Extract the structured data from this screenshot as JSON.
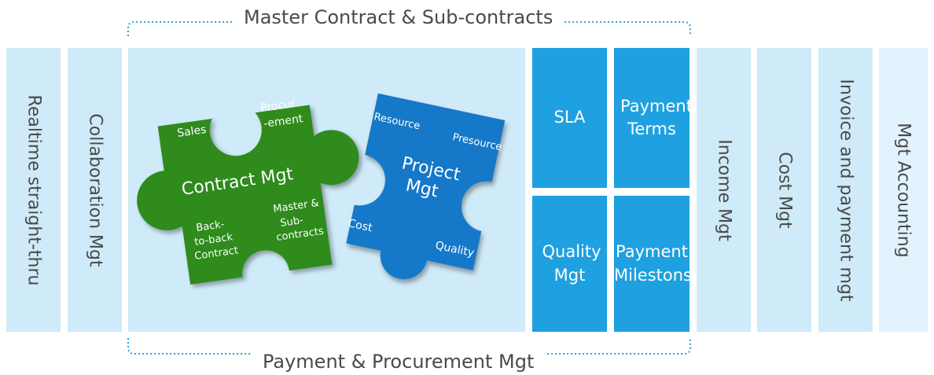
{
  "brackets": {
    "top": "Master Contract & Sub-contracts",
    "bottom": "Payment & Procurement Mgt"
  },
  "columns": {
    "realtime": "Realtime straight-thru",
    "collaboration": "Collaboration Mgt",
    "income": "Income Mgt",
    "cost": "Cost Mgt",
    "invoice": "Invoice and payment mgt",
    "accounting": "Mgt Accounting"
  },
  "boxes": {
    "sla": "SLA",
    "payment_terms": "Payment Terms",
    "quality_mgt": "Quality Mgt",
    "payment_milestons": "Payment Milestons"
  },
  "green_piece": {
    "title": "Contract Mgt",
    "sales": "Sales",
    "procurement_1": "Procur",
    "procurement_2": "-ement",
    "back_1": "Back-",
    "back_2": "to-back",
    "back_3": "Contract",
    "master_1": "Master &",
    "master_2": "Sub-",
    "master_3": "contracts"
  },
  "blue_piece": {
    "title_1": "Project",
    "title_2": "Mgt",
    "resource": "Resource",
    "presource": "Presource",
    "cost": "Cost",
    "quality": "Quality"
  },
  "colors": {
    "light_column": "#cfeaf8",
    "blue_box": "#1fa0e0",
    "green_piece": "#2e8b1e",
    "blue_piece": "#1278c8",
    "bracket_line": "#2a9fd8"
  }
}
